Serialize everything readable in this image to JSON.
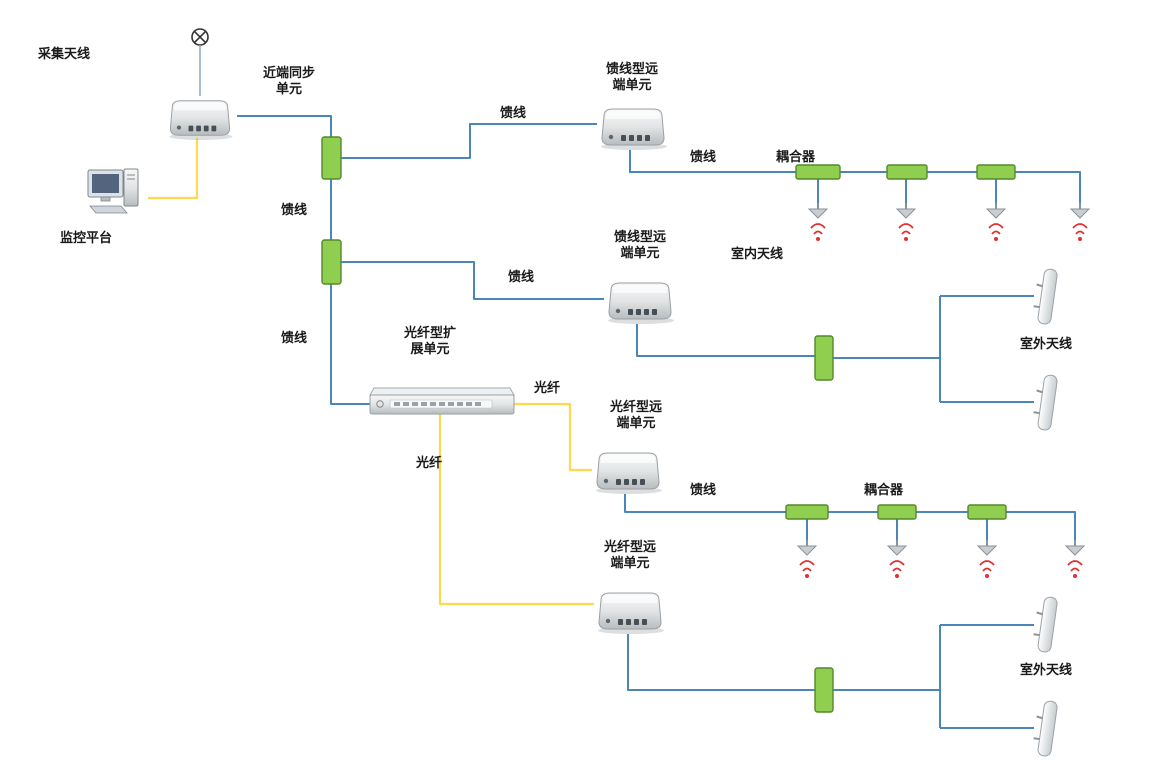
{
  "diagram": {
    "type": "network-topology",
    "nodes": {
      "collect_antenna": {
        "label": "采集天线"
      },
      "near_sync_unit": {
        "label": "近端同步\n单元"
      },
      "monitor_platform": {
        "label": "监控平台"
      },
      "feeder_remote_unit_1": {
        "label": "馈线型远\n端单元"
      },
      "feeder_remote_unit_2": {
        "label": "馈线型远\n端单元"
      },
      "fiber_expand_unit": {
        "label": "光纤型扩\n展单元"
      },
      "fiber_remote_unit_1": {
        "label": "光纤型远\n端单元"
      },
      "fiber_remote_unit_2": {
        "label": "光纤型远\n端单元"
      },
      "coupler": {
        "label": "耦合器"
      },
      "indoor_antenna": {
        "label": "室内天线"
      },
      "outdoor_antenna": {
        "label": "室外天线"
      }
    },
    "edge_labels": {
      "feeder": "馈线",
      "fiber": "光纤"
    },
    "colors": {
      "feeder_line": "#4a86b8",
      "fiber_line": "#ffd84d",
      "coupler_fill": "#8fce4e",
      "coupler_stroke": "#55882c",
      "signal": "#e03030",
      "text": "#1a1a1a"
    }
  }
}
